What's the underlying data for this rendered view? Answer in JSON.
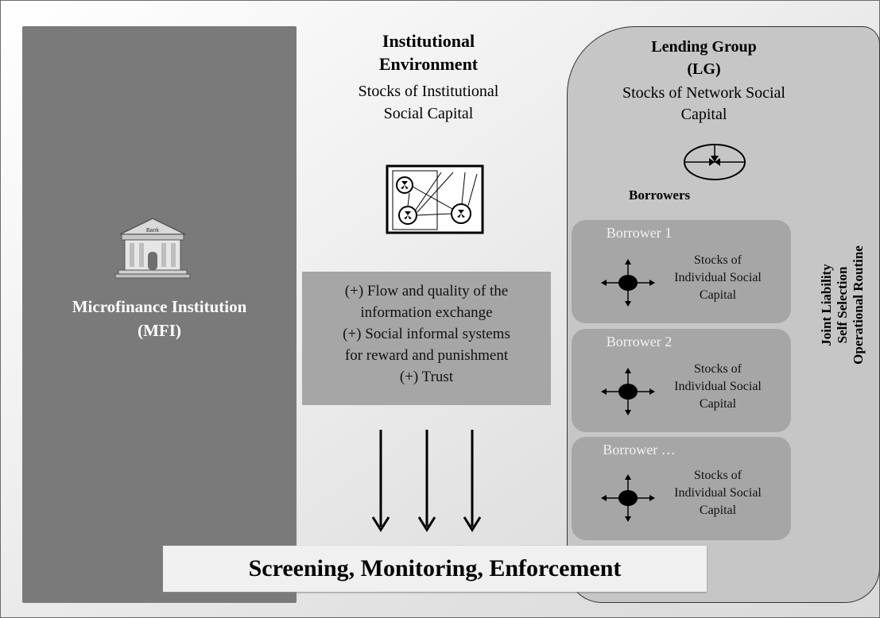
{
  "mfi": {
    "label_line1": "Microfinance Institution",
    "label_line2": "(MFI)",
    "bank_sign": "Bank"
  },
  "institutional": {
    "title_line1": "Institutional",
    "title_line2": "Environment",
    "subtitle_line1": "Stocks of Institutional",
    "subtitle_line2": "Social Capital",
    "effects": [
      "(+) Flow and quality of the",
      "information exchange",
      "(+) Social informal systems",
      "for reward and punishment",
      "(+) Trust"
    ]
  },
  "lending_group": {
    "title_line1": "Lending Group",
    "title_line2": "(LG)",
    "subtitle_line1": "Stocks of Network Social",
    "subtitle_line2": "Capital",
    "borrowers_header": "Borrowers",
    "borrowers": [
      {
        "name": "Borrower 1",
        "text1": "Stocks of",
        "text2": "Individual  Social",
        "text3": "Capital"
      },
      {
        "name": "Borrower 2",
        "text1": "Stocks of",
        "text2": "Individual  Social",
        "text3": "Capital"
      },
      {
        "name": "Borrower …",
        "text1": "Stocks of",
        "text2": "Individual  Social",
        "text3": "Capital"
      }
    ],
    "mechanisms": [
      "Joint Liability",
      "Self Selection",
      "Operational Routine"
    ]
  },
  "footer": {
    "label": "Screening, Monitoring, Enforcement"
  }
}
